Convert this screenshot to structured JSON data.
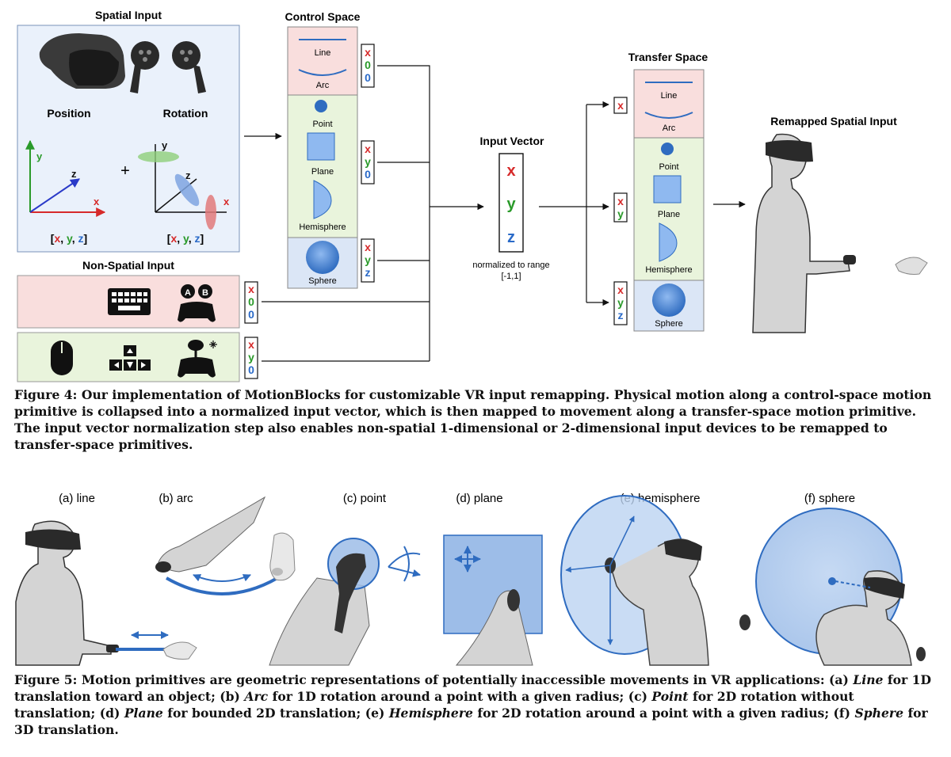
{
  "fig4": {
    "spatial_title": "Spatial Input",
    "position_label": "Position",
    "rotation_label": "Rotation",
    "plus": "+",
    "axis_x": "x",
    "axis_y": "y",
    "axis_z": "z",
    "vec_open": "[",
    "vec_x": "x",
    "vec_comma1": ",",
    "vec_y": "y",
    "vec_comma2": ",",
    "vec_z": "z",
    "vec_close": "]",
    "nonspatial_title": "Non-Spatial Input",
    "control_title": "Control Space",
    "control_primitives": [
      "Line",
      "Arc",
      "Point",
      "Plane",
      "Hemisphere",
      "Sphere"
    ],
    "control_vectors": [
      [
        "x",
        "0",
        "0"
      ],
      [
        "x",
        "y",
        "0"
      ],
      [
        "x",
        "y",
        "z"
      ]
    ],
    "nonspatial_vectors": [
      [
        "x",
        "0",
        "0"
      ],
      [
        "x",
        "y",
        "0"
      ]
    ],
    "input_vector_title": "Input Vector",
    "input_vector": [
      "x",
      "y",
      "z"
    ],
    "normalized_line1": "normalized to range",
    "normalized_line2": "[-1,1]",
    "transfer_title": "Transfer Space",
    "transfer_primitives": [
      "Line",
      "Arc",
      "Point",
      "Plane",
      "Hemisphere",
      "Sphere"
    ],
    "transfer_vectors": [
      [
        "x"
      ],
      [
        "x",
        "y"
      ],
      [
        "x",
        "y",
        "z"
      ]
    ],
    "remapped_title": "Remapped Spatial Input",
    "key_a": "A",
    "key_b": "B",
    "colors": {
      "x": "#d62a2a",
      "y": "#2a9a2a",
      "z": "#2a6ac8",
      "pink": "#f9dedd",
      "green": "#e9f4dc",
      "blue": "#dbe6f6",
      "spatial_bg": "#eaf1fb",
      "accent": "#2f6cc0"
    }
  },
  "fig4_caption": {
    "label": "Figure 4:",
    "text": "Our implementation of MotionBlocks for customizable VR input remapping. Physical motion along a control-space motion primitive is collapsed into a normalized input vector, which is then mapped to movement along a transfer-space motion primitive. The input vector normalization step also enables non-spatial 1-dimensional or 2-dimensional input devices to be remapped to transfer-space primitives."
  },
  "fig5": {
    "panels": [
      "(a) line",
      "(b) arc",
      "(c) point",
      "(d) plane",
      "(e) hemisphere",
      "(f) sphere"
    ]
  },
  "fig5_caption": {
    "label": "Figure 5:",
    "t1": "Motion primitives are geometric representations of potentially inaccessible movements in VR applications: (a)",
    "line": "Line",
    "t2": "for 1D translation toward an object; (b)",
    "arc": "Arc",
    "t3": "for 1D rotation around a point with a given radius; (c)",
    "point": "Point",
    "t4": "for 2D rotation without translation; (d)",
    "plane": "Plane",
    "t5": "for bounded 2D translation; (e)",
    "hemisphere": "Hemisphere",
    "t6": "for 2D rotation around a point with a given radius; (f)",
    "sphere": "Sphere",
    "t7": "for 3D translation."
  }
}
